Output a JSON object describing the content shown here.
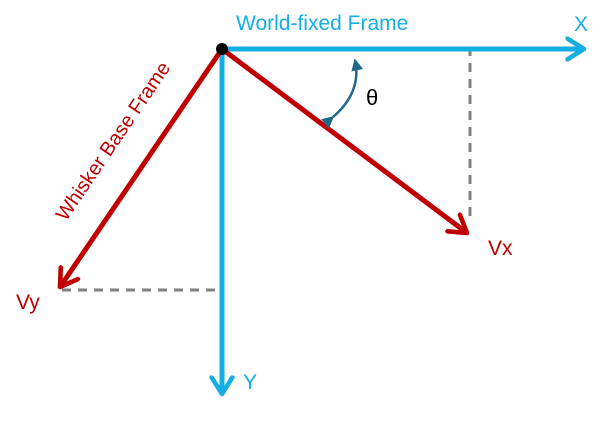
{
  "labels": {
    "world_frame": "World-fixed Frame",
    "x_axis": "X",
    "y_axis": "Y",
    "whisker_frame": "Whisker Base Frame",
    "vx": "Vx",
    "vy": "Vy",
    "theta": "θ"
  },
  "colors": {
    "world_frame": "#15aee3",
    "whisker_frame": "#c00000",
    "angle_arrow": "#1f6a8a",
    "projection": "#808080",
    "origin": "#000000",
    "text": "#000000"
  }
}
